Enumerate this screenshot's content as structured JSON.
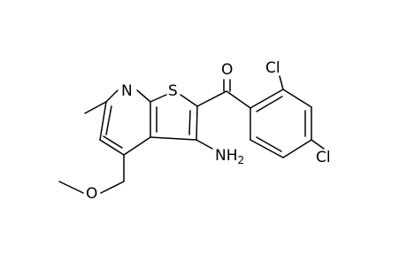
{
  "molecule": {
    "atoms": {
      "oxygen_carbonyl": "O",
      "chlorine_ortho": "Cl",
      "chlorine_para": "Cl",
      "nitrogen_pyridine": "N",
      "sulfur_thiophene": "S",
      "amine_main": "NH",
      "amine_sub": "2",
      "oxygen_ether": "O"
    }
  }
}
